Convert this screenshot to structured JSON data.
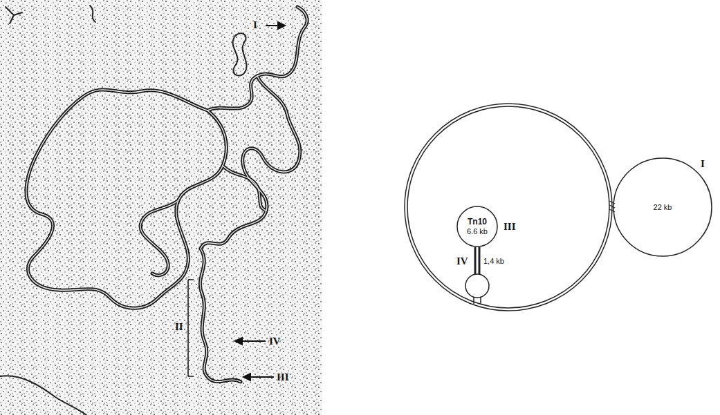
{
  "diagram": {
    "nodes": [
      {
        "text": [
          "Tn10",
          "6.6 kb",
          "III"
        ]
      },
      {
        "text": [
          "22 kb",
          "I"
        ]
      }
    ],
    "labels": [
      "I",
      "II",
      "IV",
      "III",
      "IV",
      "1,4 kb"
    ]
  }
}
